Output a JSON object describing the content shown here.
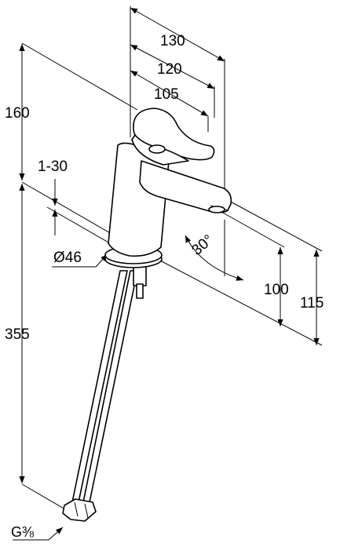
{
  "dimensions": {
    "width_130": "130",
    "width_120": "120",
    "width_105": "105",
    "height_160": "160",
    "lift_1_30": "1-30",
    "diameter_46": "Ø46",
    "height_355": "355",
    "height_100": "100",
    "height_115": "115",
    "angle_30": "30°",
    "thread_g38": "G⅜"
  }
}
